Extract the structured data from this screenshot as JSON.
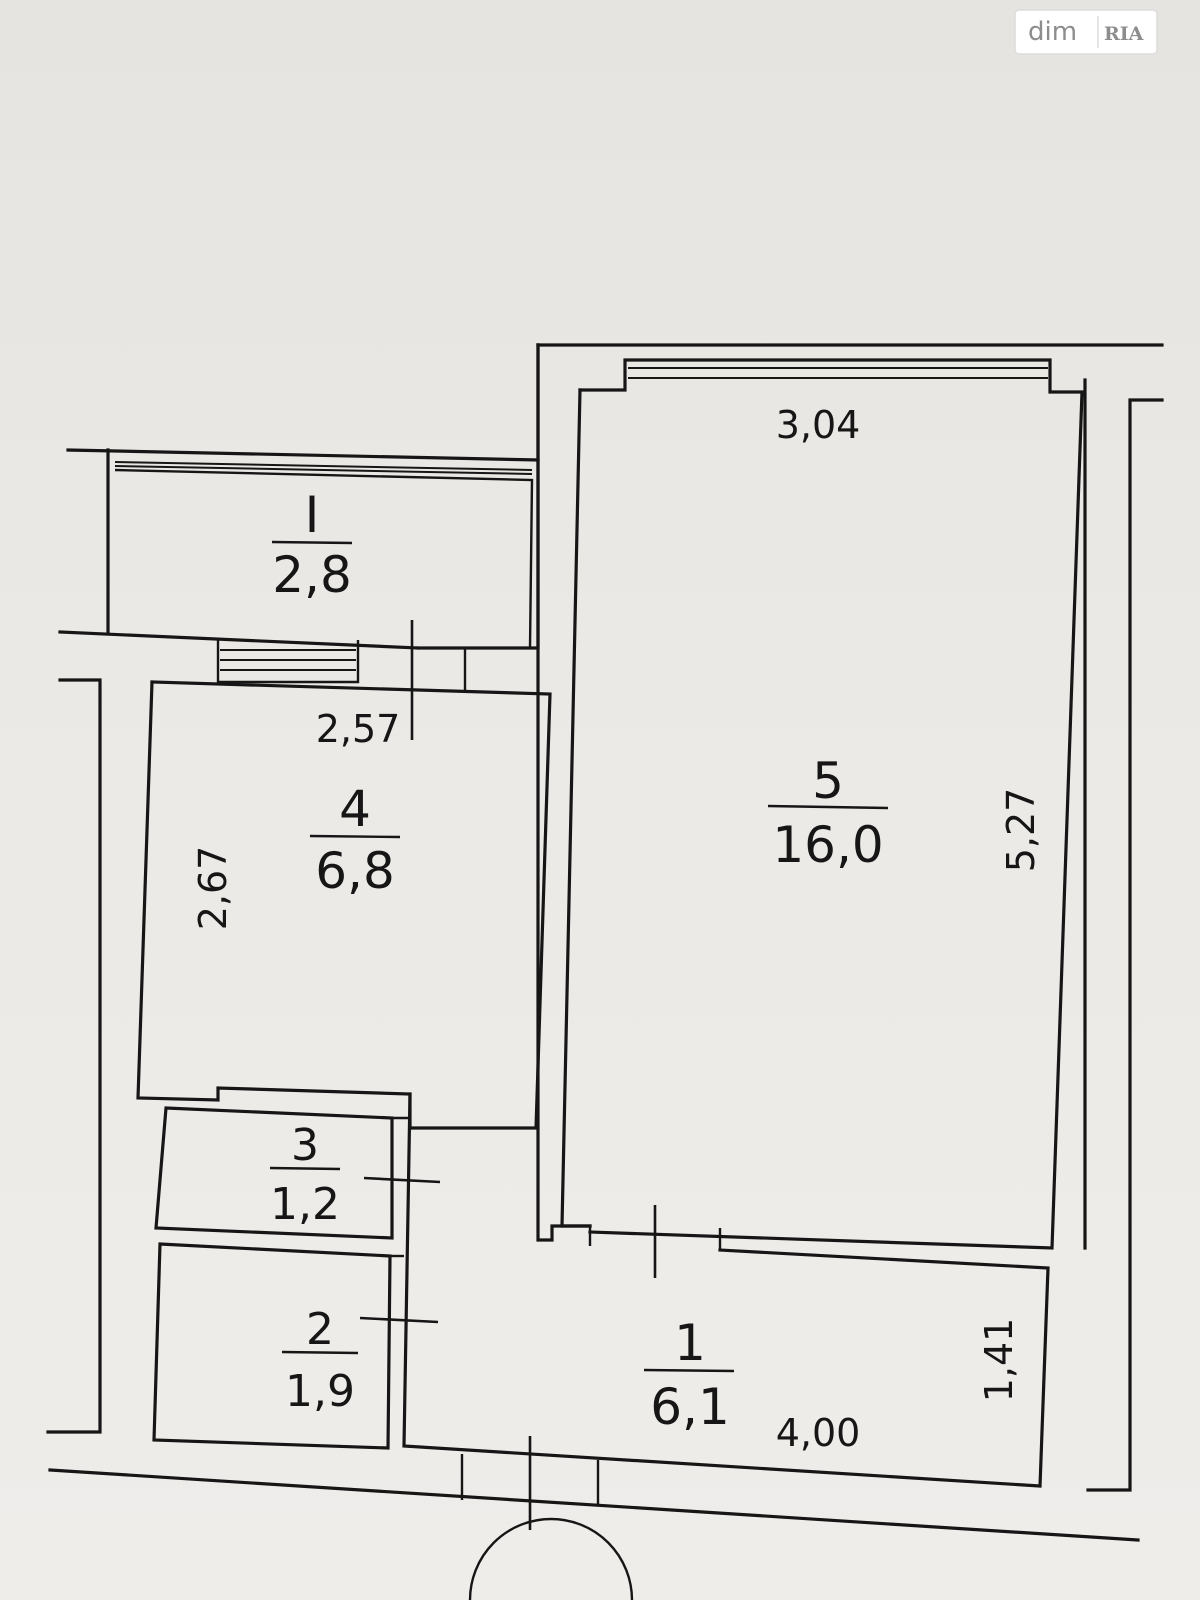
{
  "watermark": {
    "brand": "dim",
    "badge": "RIA"
  },
  "rooms": [
    {
      "id": "balcony",
      "number": "I",
      "area": "2,8"
    },
    {
      "id": "kitchen",
      "number": "4",
      "area": "6,8"
    },
    {
      "id": "living",
      "number": "5",
      "area": "16,0"
    },
    {
      "id": "bathroom",
      "number": "3",
      "area": "1,2"
    },
    {
      "id": "toilet",
      "number": "2",
      "area": "1,9"
    },
    {
      "id": "hallway",
      "number": "1",
      "area": "6,1"
    }
  ],
  "dimensions": {
    "living_width": "3,04",
    "living_length": "5,27",
    "kitchen_width": "2,57",
    "kitchen_length": "2,67",
    "hallway_length": "4,00",
    "hallway_width": "1,41"
  }
}
